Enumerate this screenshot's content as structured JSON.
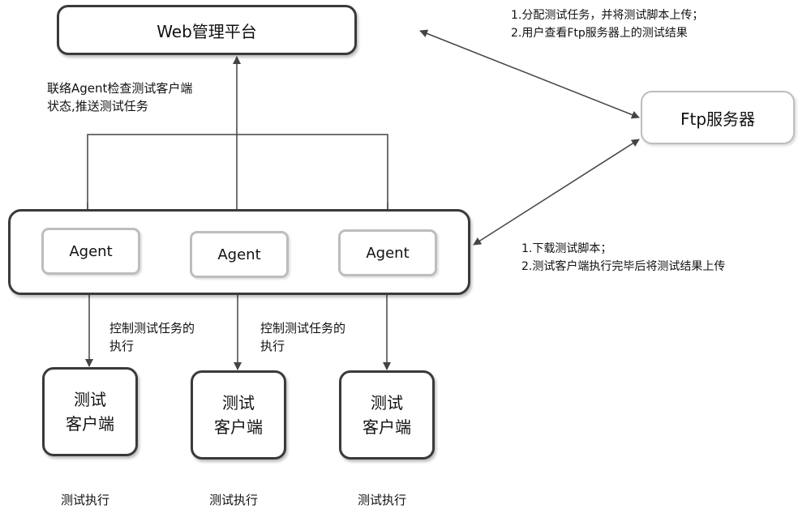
{
  "web_platform": {
    "label": "Web管理平台"
  },
  "ftp_server": {
    "label": "Ftp服务器"
  },
  "agents": [
    {
      "label": "Agent"
    },
    {
      "label": "Agent"
    },
    {
      "label": "Agent"
    }
  ],
  "clients": [
    {
      "line1": "测试",
      "line2": "客户端",
      "caption": "测试执行"
    },
    {
      "line1": "测试",
      "line2": "客户端",
      "caption": "测试执行"
    },
    {
      "line1": "测试",
      "line2": "客户端",
      "caption": "测试执行"
    }
  ],
  "annotations": {
    "web_to_agents": [
      "联络Agent检查测试客户端",
      "状态,推送测试任务"
    ],
    "web_to_ftp": [
      "1.分配测试任务，并将测试脚本上传；",
      "2.用户查看Ftp服务器上的测试结果"
    ],
    "ftp_to_agents": [
      "1.下载测试脚本；",
      "2.测试客户端执行完毕后将测试结果上传"
    ],
    "agent_to_client_1": [
      "控制测试任务的",
      "执行"
    ],
    "agent_to_client_2": [
      "控制测试任务的",
      "执行"
    ]
  },
  "colors": {
    "box_border_dark": "#3a3a3a",
    "box_border_light": "#bdbdbd",
    "line": "#444444"
  }
}
